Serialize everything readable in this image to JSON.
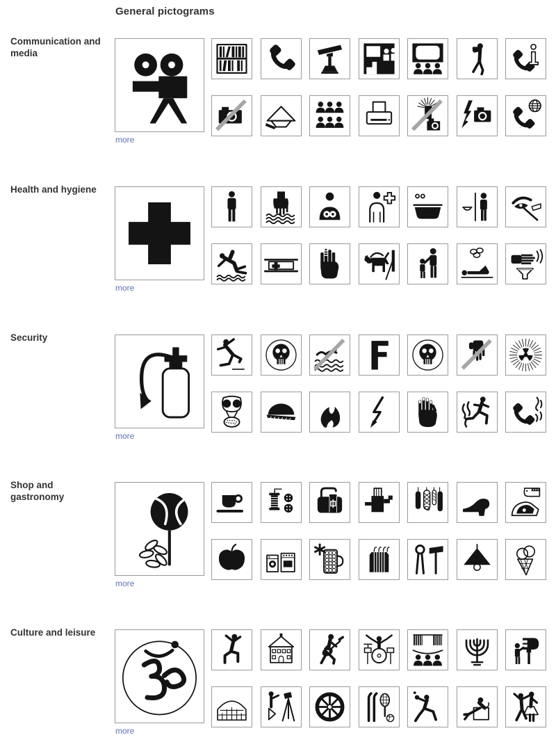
{
  "title": "General pictograms",
  "more_label": "more",
  "colors": {
    "link": "#5f72b8",
    "border": "#9a9a9a",
    "ink": "#141414",
    "slash": "#a6a6a6"
  },
  "sections": [
    {
      "id": "communication-media",
      "label": "Communication and media",
      "large_icon": "movie-camera",
      "icons": [
        "bookshelf",
        "telephone",
        "lectern",
        "cinema",
        "tv-audience",
        "photographer",
        "phone-info",
        "no-photography",
        "mail",
        "audience",
        "printer",
        "no-flash-photography",
        "camera-flash",
        "phone-globe"
      ]
    },
    {
      "id": "health-hygiene",
      "label": "Health and hygiene",
      "large_icon": "first-aid-cross",
      "icons": [
        "man-standing",
        "hand-washing",
        "mother-child",
        "doctor",
        "bathtub",
        "washroom",
        "eye-examination",
        "scuba-diver",
        "stretcher",
        "bandaged-hand",
        "guide-dog",
        "adult-and-child",
        "solarium",
        "hand-dryer"
      ]
    },
    {
      "id": "security",
      "label": "Security",
      "large_icon": "fire-extinguisher",
      "icons": [
        "slippery-floor",
        "poison",
        "no-swimming",
        "letter-f",
        "poison-2",
        "do-not-touch",
        "radiation",
        "gas-mask",
        "hard-hat",
        "flame",
        "high-voltage",
        "protective-glove",
        "fire-exit",
        "fire-phone"
      ]
    },
    {
      "id": "shop-gastronomy",
      "label": "Shop and gastronomy",
      "large_icon": "rose",
      "icons": [
        "coffee-cup",
        "haberdashery",
        "handbag",
        "meat-grinder",
        "sausages",
        "shoe-shop",
        "butcher",
        "apple",
        "appliances",
        "beer",
        "clothing",
        "tools",
        "lighting",
        "ice-cream"
      ]
    },
    {
      "id": "culture-leisure",
      "label": "Culture and leisure",
      "large_icon": "om-symbol",
      "icons": [
        "dancer",
        "museum",
        "guitarist",
        "drummer",
        "theater",
        "menorah",
        "observation-viewer",
        "greenhouse",
        "surveyor",
        "wagon-wheel",
        "sports-equipment",
        "table-tennis",
        "armchair",
        "dance-couple"
      ]
    }
  ]
}
